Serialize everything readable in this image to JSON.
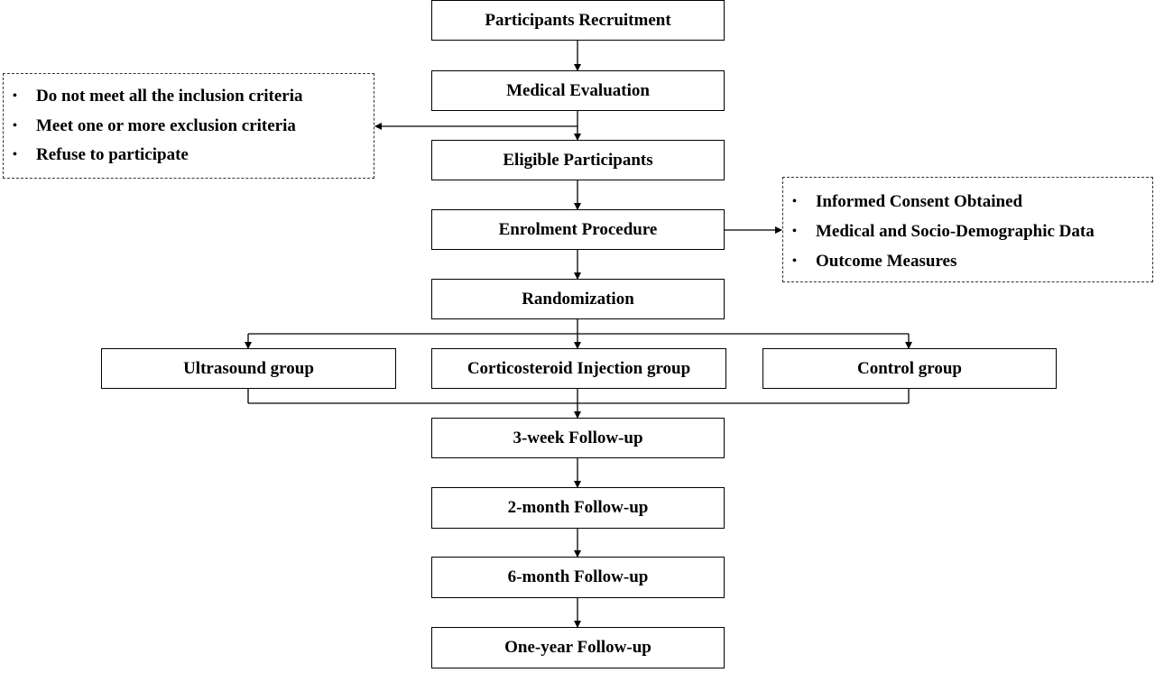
{
  "flow": {
    "recruitment": "Participants Recruitment",
    "medical_evaluation": "Medical Evaluation",
    "eligible": "Eligible Participants",
    "enrolment": "Enrolment Procedure",
    "randomization": "Randomization",
    "groups": {
      "ultrasound": "Ultrasound group",
      "corticosteroid": "Corticosteroid Injection group",
      "control": "Control group"
    },
    "followups": {
      "week3": "3-week Follow-up",
      "month2": "2-month Follow-up",
      "month6": "6-month Follow-up",
      "year1": "One-year Follow-up"
    }
  },
  "exclusion_note": {
    "bullet": "•",
    "items": [
      "Do not meet all the inclusion criteria",
      "Meet one or more exclusion criteria",
      "Refuse to participate"
    ]
  },
  "enrolment_note": {
    "bullet": "•",
    "items": [
      "Informed Consent Obtained",
      "Medical and Socio-Demographic Data",
      "Outcome Measures"
    ]
  }
}
